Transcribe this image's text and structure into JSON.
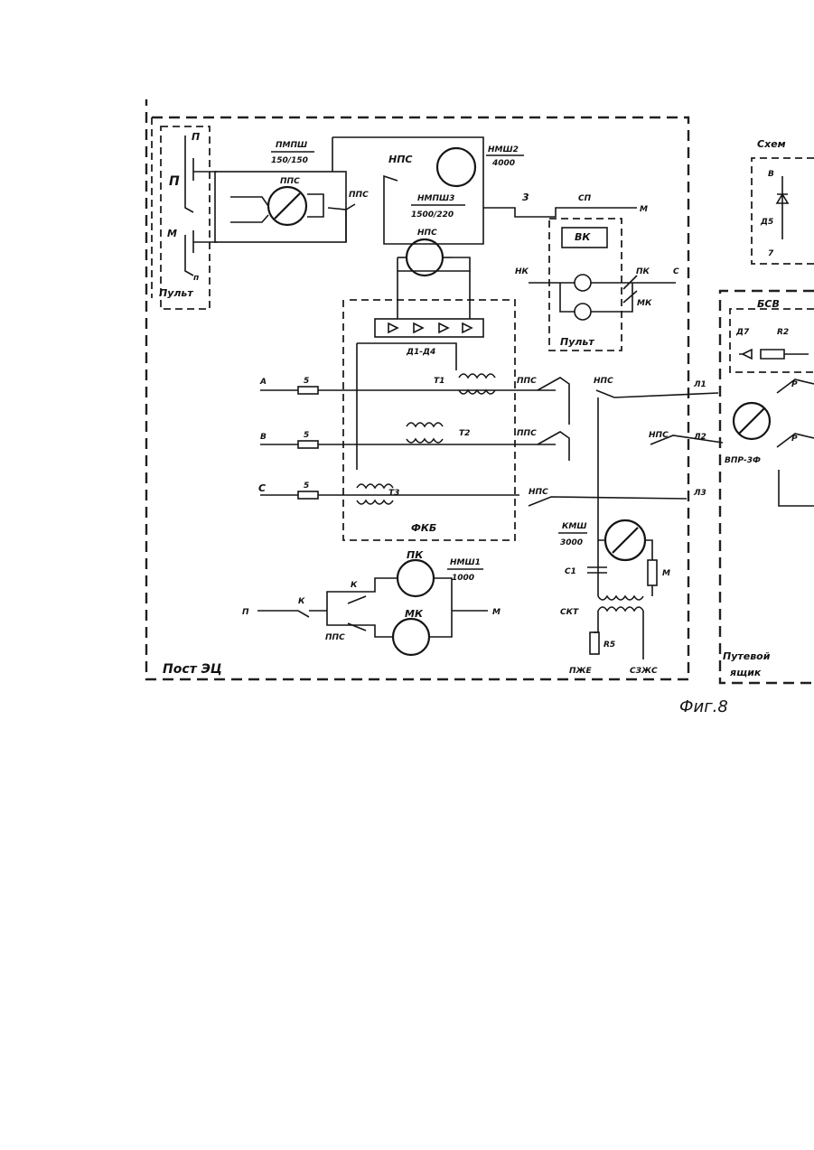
{
  "diagram": {
    "caption": "Фиг.8",
    "blocks": {
      "post": "Пост ЭЦ",
      "pult_left": "Пульт",
      "pult_mid": "Пульт",
      "fkb": "ФКБ",
      "track_box_line1": "Путевой",
      "track_box_line2": "ящик",
      "scheme": "Схем",
      "bsv": "БСВ"
    },
    "labels": {
      "pl_P_top": "П",
      "pl_P": "П",
      "pl_M": "М",
      "pl_n": "п",
      "pmpsh": "ПМПШ",
      "pmpsh_val": "150/150",
      "pps_top": "ППС",
      "pps_switch": "ППС",
      "nps_top": "НПС",
      "nmsh2": "НМШ2",
      "nmsh2_val": "4000",
      "nmpsh3": "НМПШ3",
      "nmpsh3_val": "1500/220",
      "nps_mid": "НПС",
      "n3": "3",
      "sp": "СП",
      "m_right": "М",
      "vk": "ВК",
      "nk": "НК",
      "pk_mid": "ПК",
      "mk_mid": "МК",
      "c_mid": "С",
      "d1d4": "Д1-Д4",
      "phA": "А",
      "phB": "В",
      "phC": "С",
      "fuse5a": "5",
      "fuse5b": "5",
      "fuse5c": "5",
      "t1": "Т1",
      "t2": "Т2",
      "t3": "Т3",
      "pps_a": "ППС",
      "pps_b": "ППС",
      "nps_a": "НПС",
      "nps_b": "НПС",
      "nps_c": "НПС",
      "l1": "Л1",
      "l2": "Л2",
      "l3": "Л3",
      "kmsh": "КМШ",
      "kmsh_val": "3000",
      "c1": "С1",
      "r_m": "М",
      "skt": "СКТ",
      "r5": "R5",
      "pk_bot": "ПК",
      "nmsh1": "НМШ1",
      "nmsh1_val": "1000",
      "mk_bot": "МК",
      "k1": "К",
      "k2": "К",
      "p_bot": "П",
      "m_bot": "М",
      "pps_bot": "ППС",
      "gnd1": "ПЖЕ",
      "gnd2": "СЗЖС",
      "vpr": "ВПР-3Ф",
      "d7": "Д7",
      "r2": "R2",
      "d5": "Д5",
      "p_r1": "Р",
      "p_r2": "Р",
      "v_sch": "В",
      "seven": "7"
    }
  }
}
